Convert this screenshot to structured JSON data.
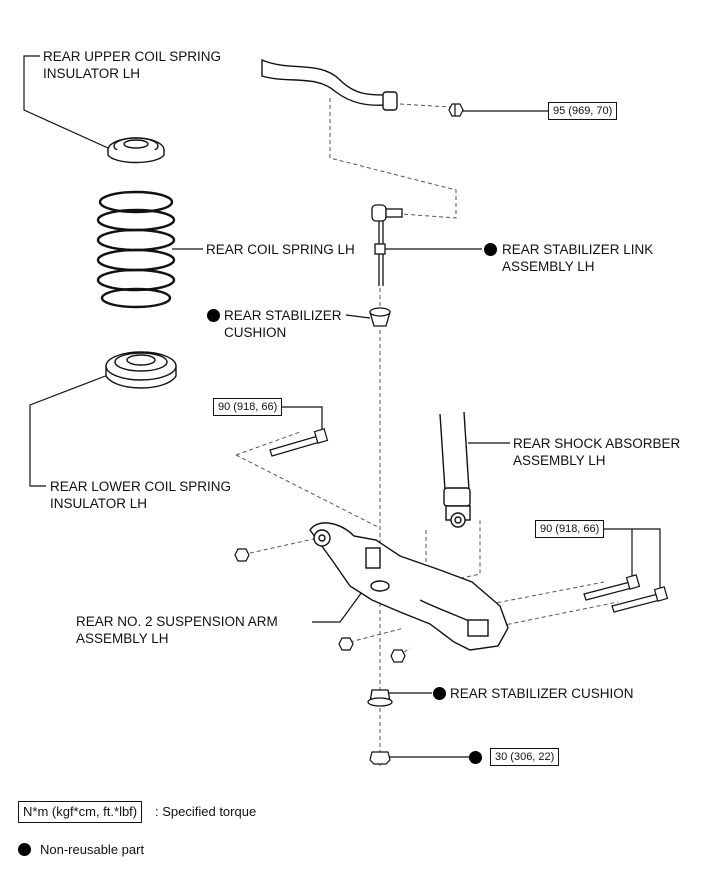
{
  "labels": {
    "upper_insulator": [
      "REAR UPPER COIL SPRING",
      "INSULATOR LH"
    ],
    "coil_spring": "REAR COIL SPRING LH",
    "stabilizer_link": [
      "REAR STABILIZER LINK",
      "ASSEMBLY LH"
    ],
    "stabilizer_cushion_upper": [
      "REAR STABILIZER",
      "CUSHION"
    ],
    "lower_insulator": [
      "REAR LOWER COIL SPRING",
      "INSULATOR LH"
    ],
    "shock_absorber": [
      "REAR SHOCK ABSORBER",
      "ASSEMBLY LH"
    ],
    "suspension_arm": [
      "REAR NO. 2 SUSPENSION ARM",
      "ASSEMBLY LH"
    ],
    "stabilizer_cushion_lower": "REAR STABILIZER CUSHION"
  },
  "torques": {
    "link_nut": "95 (969, 70)",
    "arm_bolt_front": "90 (918, 66)",
    "arm_bolts_rear": "90 (918, 66)",
    "bottom_nut": "30 (306, 22)"
  },
  "legend": {
    "torque_unit": "N*m (kgf*cm, ft.*lbf)",
    "torque_desc": ": Specified torque",
    "nonreusable": "Non-reusable part"
  }
}
